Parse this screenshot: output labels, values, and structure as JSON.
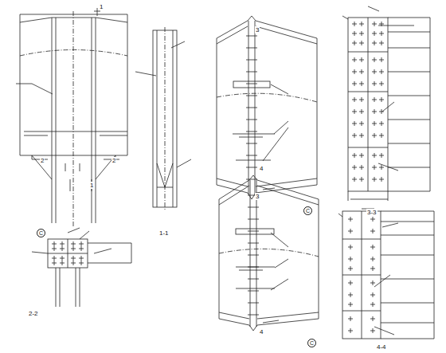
{
  "diagram": {
    "labels": [
      "1",
      "2",
      "2",
      "1",
      "C",
      "1-1",
      "3",
      "3",
      "C",
      "3-3",
      "2-2",
      "4",
      "4",
      "C",
      "4-4"
    ]
  }
}
